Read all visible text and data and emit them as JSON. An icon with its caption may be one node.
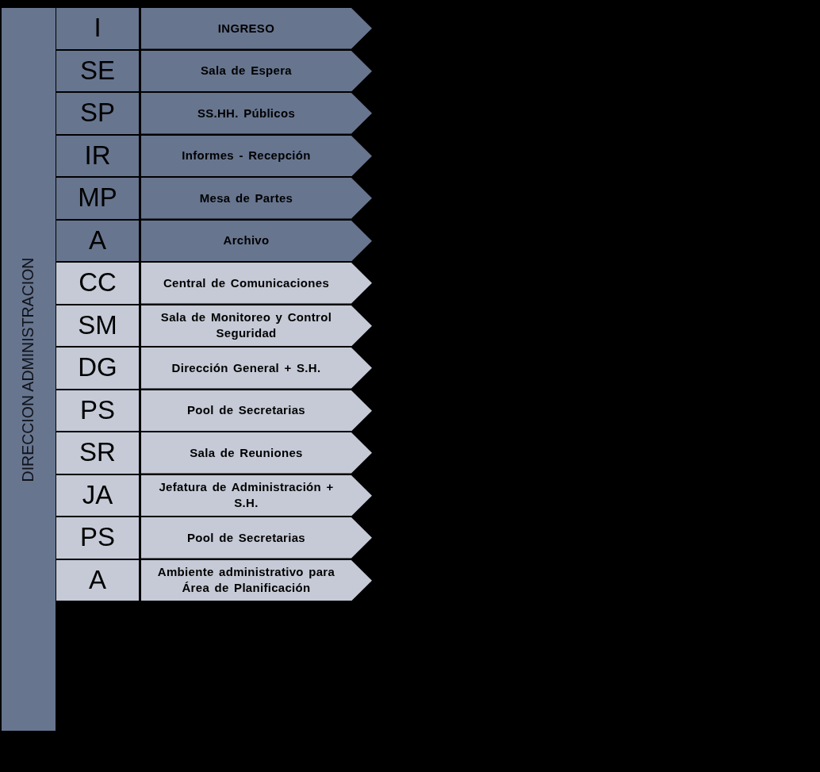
{
  "diagram": {
    "nodes": [
      {
        "text": [
          "DIRECCION ADMINISTRACION"
        ]
      },
      {
        "text": [
          "I"
        ]
      },
      {
        "text": [
          "INGRESO"
        ]
      },
      {
        "text": [
          "SE"
        ]
      },
      {
        "text": [
          "Sala de Espera"
        ]
      },
      {
        "text": [
          "SP"
        ]
      },
      {
        "text": [
          "SS.HH. Públicos"
        ]
      },
      {
        "text": [
          "IR"
        ]
      },
      {
        "text": [
          "Informes - Recepción"
        ]
      },
      {
        "text": [
          "MP"
        ]
      },
      {
        "text": [
          "Mesa de Partes"
        ]
      },
      {
        "text": [
          "A"
        ]
      },
      {
        "text": [
          "Archivo"
        ]
      },
      {
        "text": [
          "CC"
        ]
      },
      {
        "text": [
          "Central de Comunicaciones"
        ]
      },
      {
        "text": [
          "SM"
        ]
      },
      {
        "text": [
          "Sala de Monitoreo y Control Seguridad"
        ]
      },
      {
        "text": [
          "DG"
        ]
      },
      {
        "text": [
          "Dirección General + S.H."
        ]
      },
      {
        "text": [
          "PS"
        ]
      },
      {
        "text": [
          "Pool de Secretarias"
        ]
      },
      {
        "text": [
          "SR"
        ]
      },
      {
        "text": [
          "Sala de Reuniones"
        ]
      },
      {
        "text": [
          "JA"
        ]
      },
      {
        "text": [
          "Jefatura de Administración + S.H."
        ]
      },
      {
        "text": [
          "PS"
        ]
      },
      {
        "text": [
          "Pool de Secretarias"
        ]
      },
      {
        "text": [
          "A"
        ]
      },
      {
        "text": [
          "Ambiente administrativo para Área de Planificación"
        ]
      }
    ]
  }
}
